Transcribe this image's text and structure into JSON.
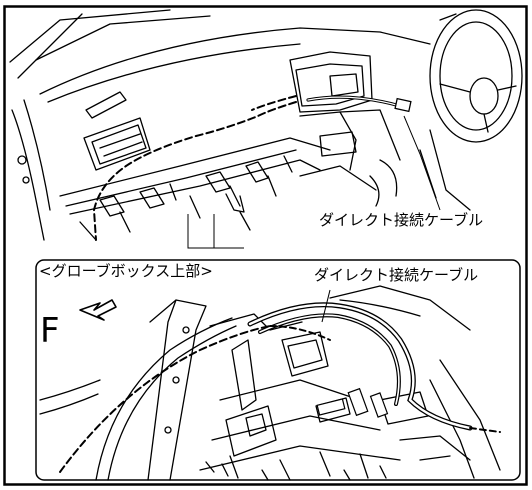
{
  "labels": {
    "top_callout": "ダイレクト接続ケーブル",
    "inset_title": "<グローブボックス上部>",
    "inset_callout": "ダイレクト接続ケーブル",
    "front_letter": "F"
  },
  "icons": {
    "front_direction": "front-direction-arrow-icon"
  },
  "colors": {
    "line": "#000000",
    "background": "#ffffff"
  }
}
